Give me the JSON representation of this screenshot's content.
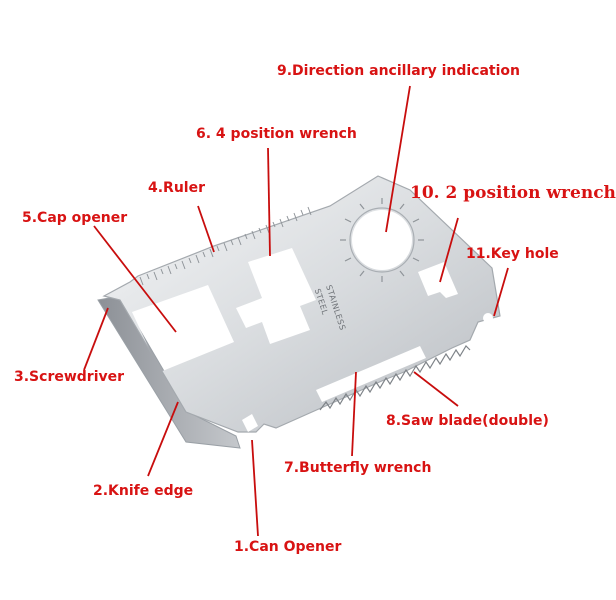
{
  "colors": {
    "label": "#d81313",
    "leader": "#c80d0d",
    "steel_light": "#eef0f2",
    "steel_dark": "#a7abb0"
  },
  "card": {
    "engraving_line1": "STAINLESS",
    "engraving_line2": "STEEL"
  },
  "labels": {
    "can_opener": "1.Can Opener",
    "knife_edge": "2.Knife edge",
    "screwdriver": "3.Screwdriver",
    "ruler": "4.Ruler",
    "cap_opener": "5.Cap opener",
    "four_position_wrench": "6. 4 position wrench",
    "butterfly_wrench": "7.Butterfly wrench",
    "saw_blade": "8.Saw blade(double)",
    "direction_indication": "9.Direction ancillary indication",
    "two_position_wrench": "10.  2 position wrench",
    "key_hole": "11.Key hole"
  }
}
